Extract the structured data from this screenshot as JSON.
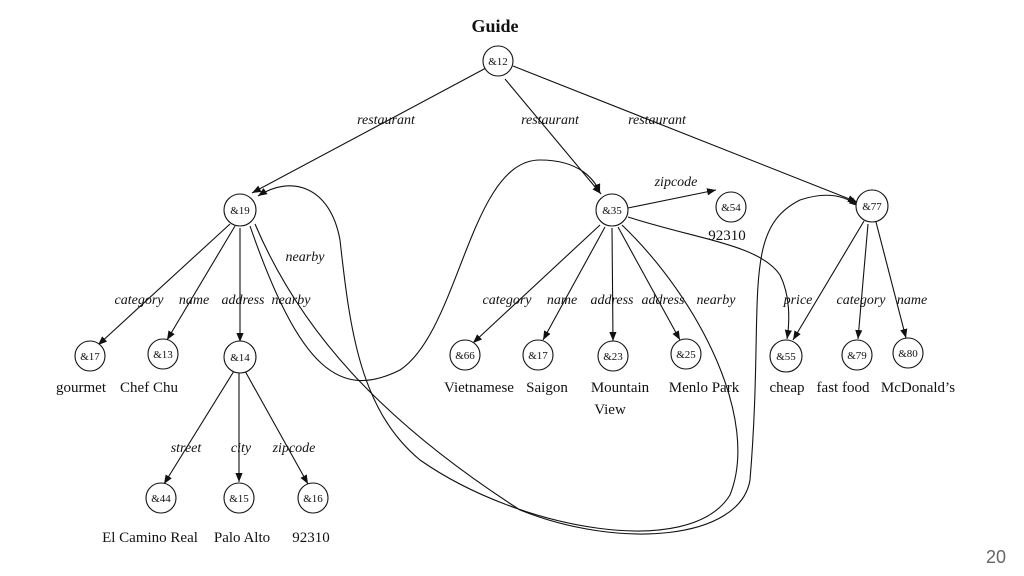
{
  "diagram": {
    "title": "Guide",
    "nodes": {
      "n12": "&12",
      "n19": "&19",
      "n35": "&35",
      "n77": "&77",
      "n17a": "&17",
      "n13": "&13",
      "n14": "&14",
      "n44": "&44",
      "n15": "&15",
      "n16": "&16",
      "n54": "&54",
      "n66": "&66",
      "n17b": "&17",
      "n23": "&23",
      "n25": "&25",
      "n55": "&55",
      "n79": "&79",
      "n80": "&80"
    },
    "edge_labels": {
      "r1": "restaurant",
      "r2": "restaurant",
      "r3": "restaurant",
      "zip35": "zipcode",
      "nearby_long": "nearby",
      "cat19": "category",
      "name19": "name",
      "addr19": "address",
      "nearby19": "nearby",
      "street": "street",
      "city": "city",
      "zip14": "zipcode",
      "cat35": "category",
      "name35": "name",
      "addr35a": "address",
      "addr35b": "address",
      "nearby35": "nearby",
      "price": "price",
      "cat77": "category",
      "name77": "name"
    },
    "values": {
      "v54": "92310",
      "v17a": "gourmet",
      "v13": "Chef Chu",
      "v44": "El Camino Real",
      "v15": "Palo Alto",
      "v16": "92310",
      "v66": "Vietnamese",
      "v17b": "Saigon",
      "v23a": "Mountain",
      "v23b": "View",
      "v25": "Menlo Park",
      "v55": "cheap",
      "v79": "fast food",
      "v80": "McDonald’s"
    }
  },
  "slide": {
    "page_number": "20"
  }
}
